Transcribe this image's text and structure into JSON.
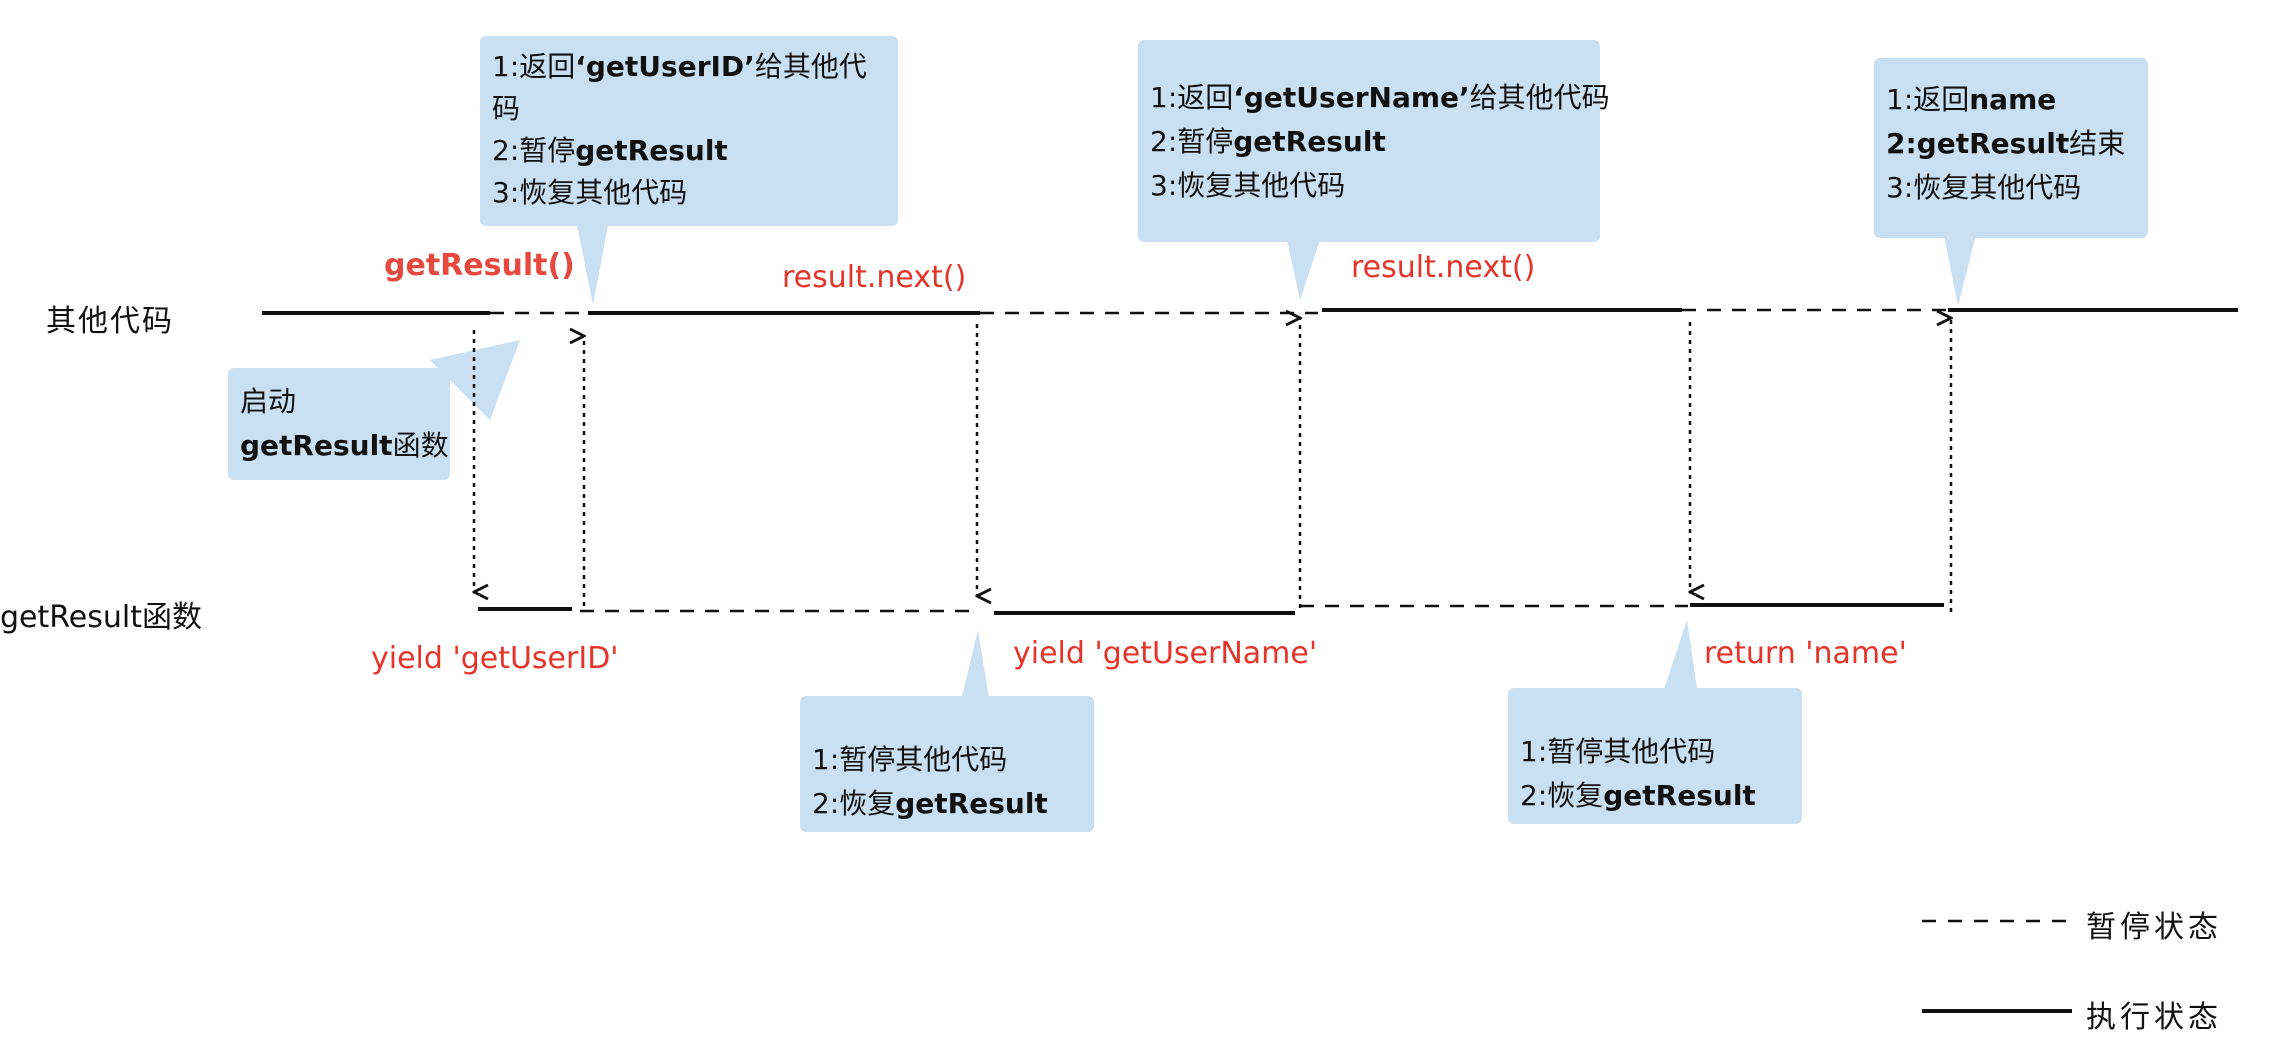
{
  "lanes": {
    "top": "其他代码",
    "bottom": "getResult函数"
  },
  "labels": {
    "call_getresult": "getResult()",
    "next1": "result.next()",
    "next2": "result.next()",
    "yield1": "yield 'getUserID'",
    "yield2": "yield 'getUserName'",
    "ret": "return 'name'"
  },
  "callouts": {
    "c1": {
      "l1_pre": "1:返回",
      "l1_bold": "‘getUserID’",
      "l1_post": "给其他代码",
      "l2_pre": "2:暂停",
      "l2_bold": "getResult",
      "l3": "3:恢复其他代码"
    },
    "c2": {
      "l1_pre": "1:返回",
      "l1_bold": "‘getUserName’",
      "l1_post": "给其他代码",
      "l2_pre": "2:暂停",
      "l2_bold": "getResult",
      "l3": "3:恢复其他代码"
    },
    "c3": {
      "l1_pre": "1:返回",
      "l1_bold": "name",
      "l2_bold": "2:getResult",
      "l2_post": "结束",
      "l3": "3:恢复其他代码"
    },
    "start": {
      "l1": "启动",
      "l2_bold": "getResult",
      "l2_post": "函数"
    },
    "b1": {
      "l1": "1:暂停其他代码",
      "l2_pre": "2:恢复",
      "l2_bold": "getResult"
    },
    "b2": {
      "l1": "1:暂停其他代码",
      "l2_pre": "2:恢复",
      "l2_bold": "getResult"
    }
  },
  "legend": {
    "paused": "暂停状态",
    "running": "执行状态"
  },
  "colors": {
    "callout_fill": "#c9e0f2",
    "accent_red": "#e5342a",
    "line": "#111111"
  }
}
